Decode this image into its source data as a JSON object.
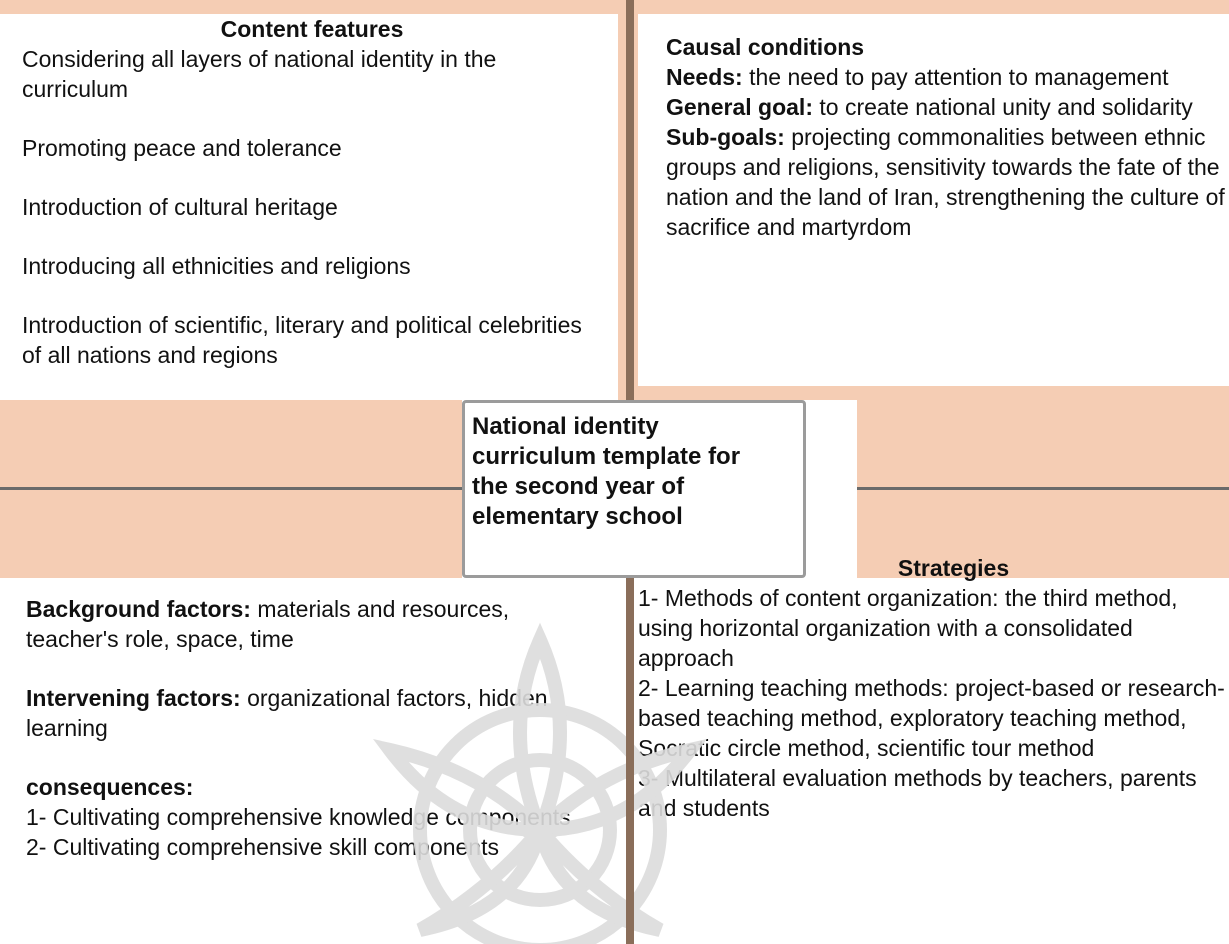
{
  "center": {
    "title_lines": [
      "National identity",
      "curriculum template for",
      "the second year of",
      "elementary school"
    ]
  },
  "content_features": {
    "heading": "Content features",
    "items": [
      "Considering all layers of national identity in the curriculum",
      "Promoting peace and tolerance",
      "Introduction of cultural heritage",
      "Introducing all ethnicities and religions",
      "Introduction of scientific, literary and political celebrities of all nations and regions"
    ]
  },
  "causal_conditions": {
    "heading": "Causal conditions",
    "needs_label": "Needs:",
    "needs_text": " the need to pay attention to management",
    "goal_label": "General goal:",
    "goal_text": " to create national unity and solidarity",
    "subgoals_label": "Sub-goals:",
    "subgoals_text": " projecting commonalities between ethnic groups and religions, sensitivity towards the fate of the nation and the land of Iran, strengthening the culture of sacrifice and martyrdom"
  },
  "factors": {
    "background_label": "Background factors:",
    "background_text": " materials and resources, teacher's role, space, time",
    "intervening_label": "Intervening factors:",
    "intervening_text": " organizational factors, hidden learning",
    "consequences_label": "consequences:",
    "consequences_items": [
      "1- Cultivating comprehensive knowledge components",
      "2- Cultivating comprehensive skill components"
    ]
  },
  "strategies": {
    "heading": "Strategies",
    "items": [
      "1- Methods of content organization: the third method, using horizontal organization with a consolidated approach",
      "2- Learning teaching methods: project-based or research-based teaching method, exploratory teaching method, Socratic circle method, scientific tour method",
      "3- Multilateral evaluation methods by teachers, parents and students"
    ]
  },
  "colors": {
    "band": "#f5cdb4",
    "divider": "#8a6e5a",
    "box_border": "#9b9b9b",
    "watermark": "#d9d9d9"
  }
}
